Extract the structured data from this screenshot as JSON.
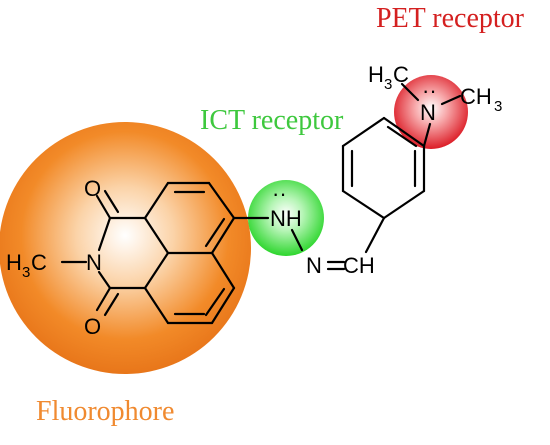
{
  "labels": {
    "fluorophore": "Fluorophore",
    "ict_receptor": "ICT receptor",
    "pet_receptor": "PET receptor"
  },
  "atoms": {
    "carbonyl_o_top": "O",
    "carbonyl_o_bottom": "O",
    "imide_n": "N",
    "methyl_left_h": "H",
    "methyl_left_sub": "3",
    "methyl_left_c": "C",
    "hydrazine_nh": "NH",
    "hydrazine_n": "N",
    "methine_ch": "CH",
    "amine_n": "N",
    "methyl_top_h": "H",
    "methyl_top_sub": "3",
    "methyl_top_c": "C",
    "methyl_right_c": "CH",
    "methyl_right_sub": "3",
    "lone_pair": "··"
  },
  "colors": {
    "fluorophore": "#f28a28",
    "ict_receptor": "#36e036",
    "pet_receptor": "#e0202a",
    "fluorophore_text": "#f08a30",
    "ict_text": "#3ec83e",
    "pet_text": "#d42020"
  }
}
